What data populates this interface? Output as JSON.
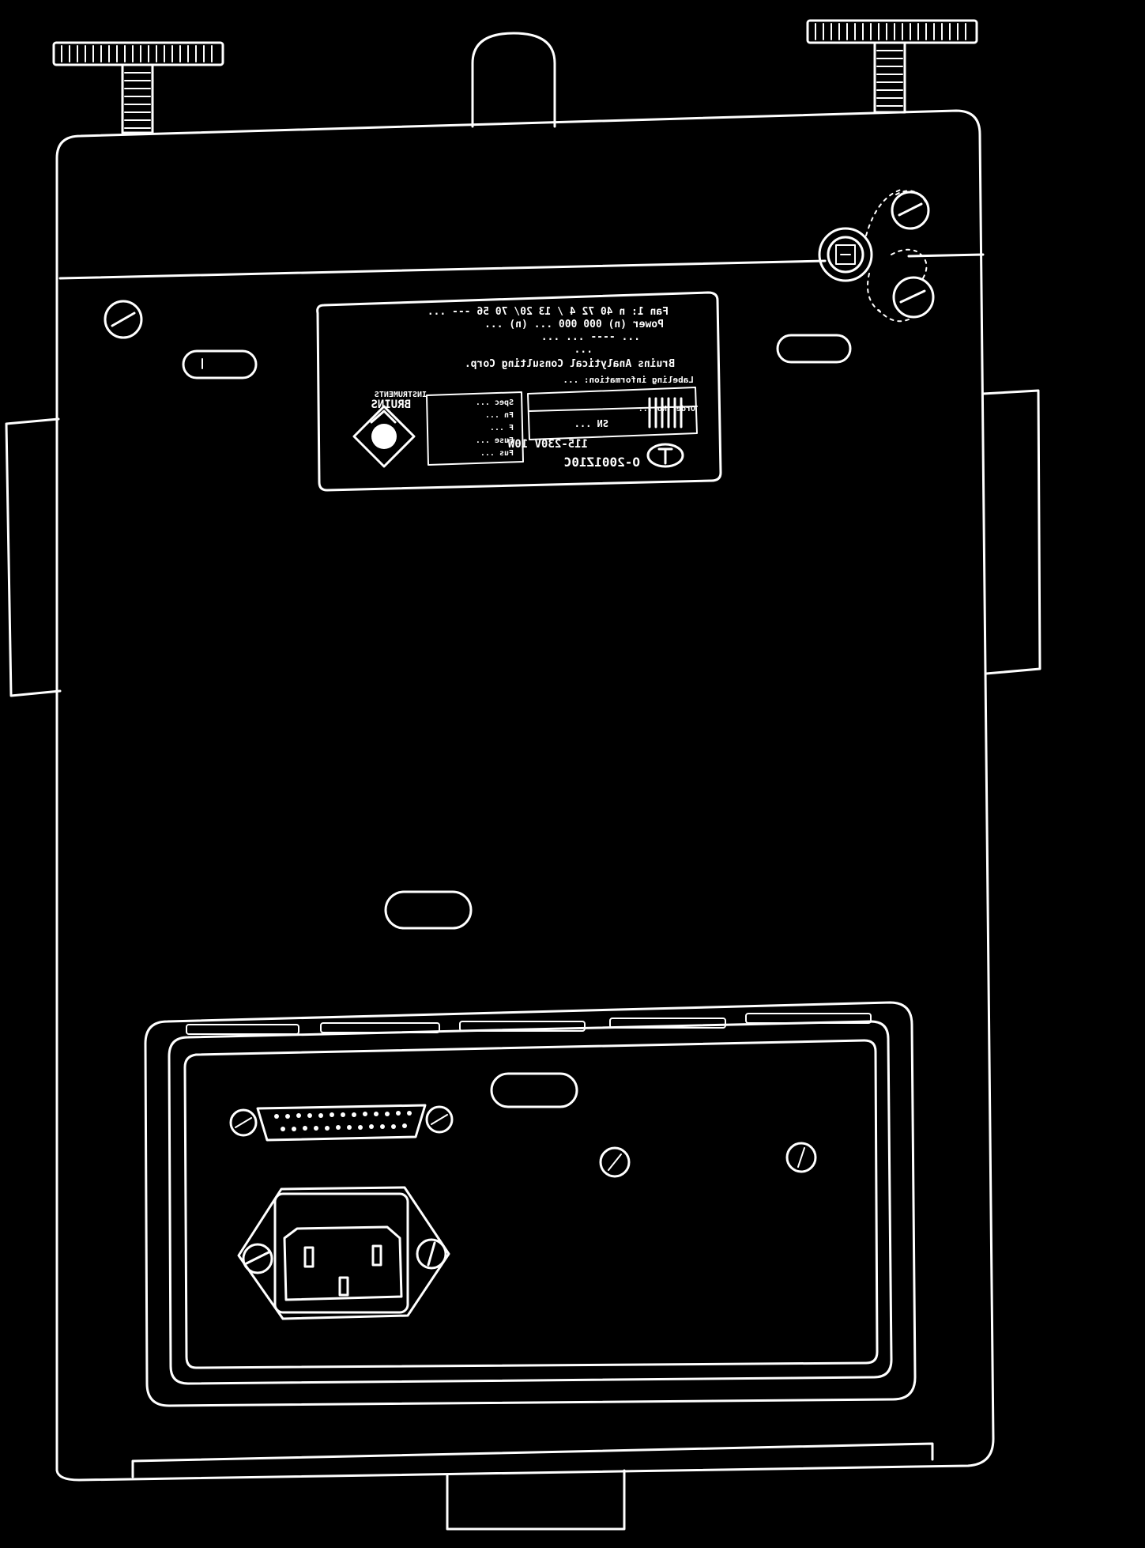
{
  "figure": {
    "background": "#000000",
    "line_color": "#ffffff",
    "view": "rear panel line drawing, mirrored"
  },
  "nameplate": {
    "lines": [
      "Fan 1: n 40 72 4 / 13 20/ 70 56 --- ...",
      "Power (n) 000 000 ... (n) ...",
      "...  ---- ... ...",
      "...",
      "Bruins Analytical Consulting Corp."
    ],
    "logo": "BRUINS",
    "logo_sub": "INSTRUMENTS",
    "spec_box": [
      "Spec ...",
      "Fn ...",
      "F ...",
      "Fuse ...",
      "Fus ..."
    ],
    "rating_header": "Labeling information: ...",
    "rating_row": "SN ...",
    "model_line1": "115-230V  10W",
    "model_line2": "Order No ...",
    "model_code": "O-2001Z10C",
    "badge_icon": "circle-T-icon"
  }
}
